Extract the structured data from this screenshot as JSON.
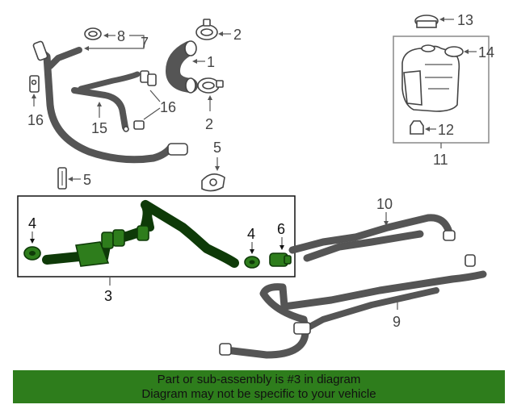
{
  "callouts": {
    "c1": "1",
    "c2a": "2",
    "c2b": "2",
    "c3": "3",
    "c4a": "4",
    "c4b": "4",
    "c5a": "5",
    "c5b": "5",
    "c6": "6",
    "c7": "7",
    "c8": "8",
    "c9": "9",
    "c10": "10",
    "c11": "11",
    "c12": "12",
    "c13": "13",
    "c14": "14",
    "c15": "15",
    "c16a": "16",
    "c16b": "16"
  },
  "banner": {
    "line1": "Part or sub-assembly is #3 in diagram",
    "line2": "Diagram may not be specific to your vehicle",
    "background": "#2e7d1c"
  },
  "highlight_color": "#2e7d1c",
  "highlighted_part": "3"
}
